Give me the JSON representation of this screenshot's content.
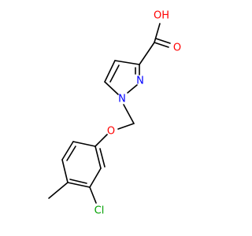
{
  "molecule": {
    "atoms": {
      "hydroxyl": "OH",
      "carbonyl_o": "O",
      "n_ring_2": "N",
      "n_ring_1": "N",
      "ether_o": "O",
      "chlorine": "Cl"
    },
    "colors": {
      "oxygen": "#ff0000",
      "nitrogen": "#0000ff",
      "chlorine": "#00a000",
      "bond": "#000000"
    }
  }
}
